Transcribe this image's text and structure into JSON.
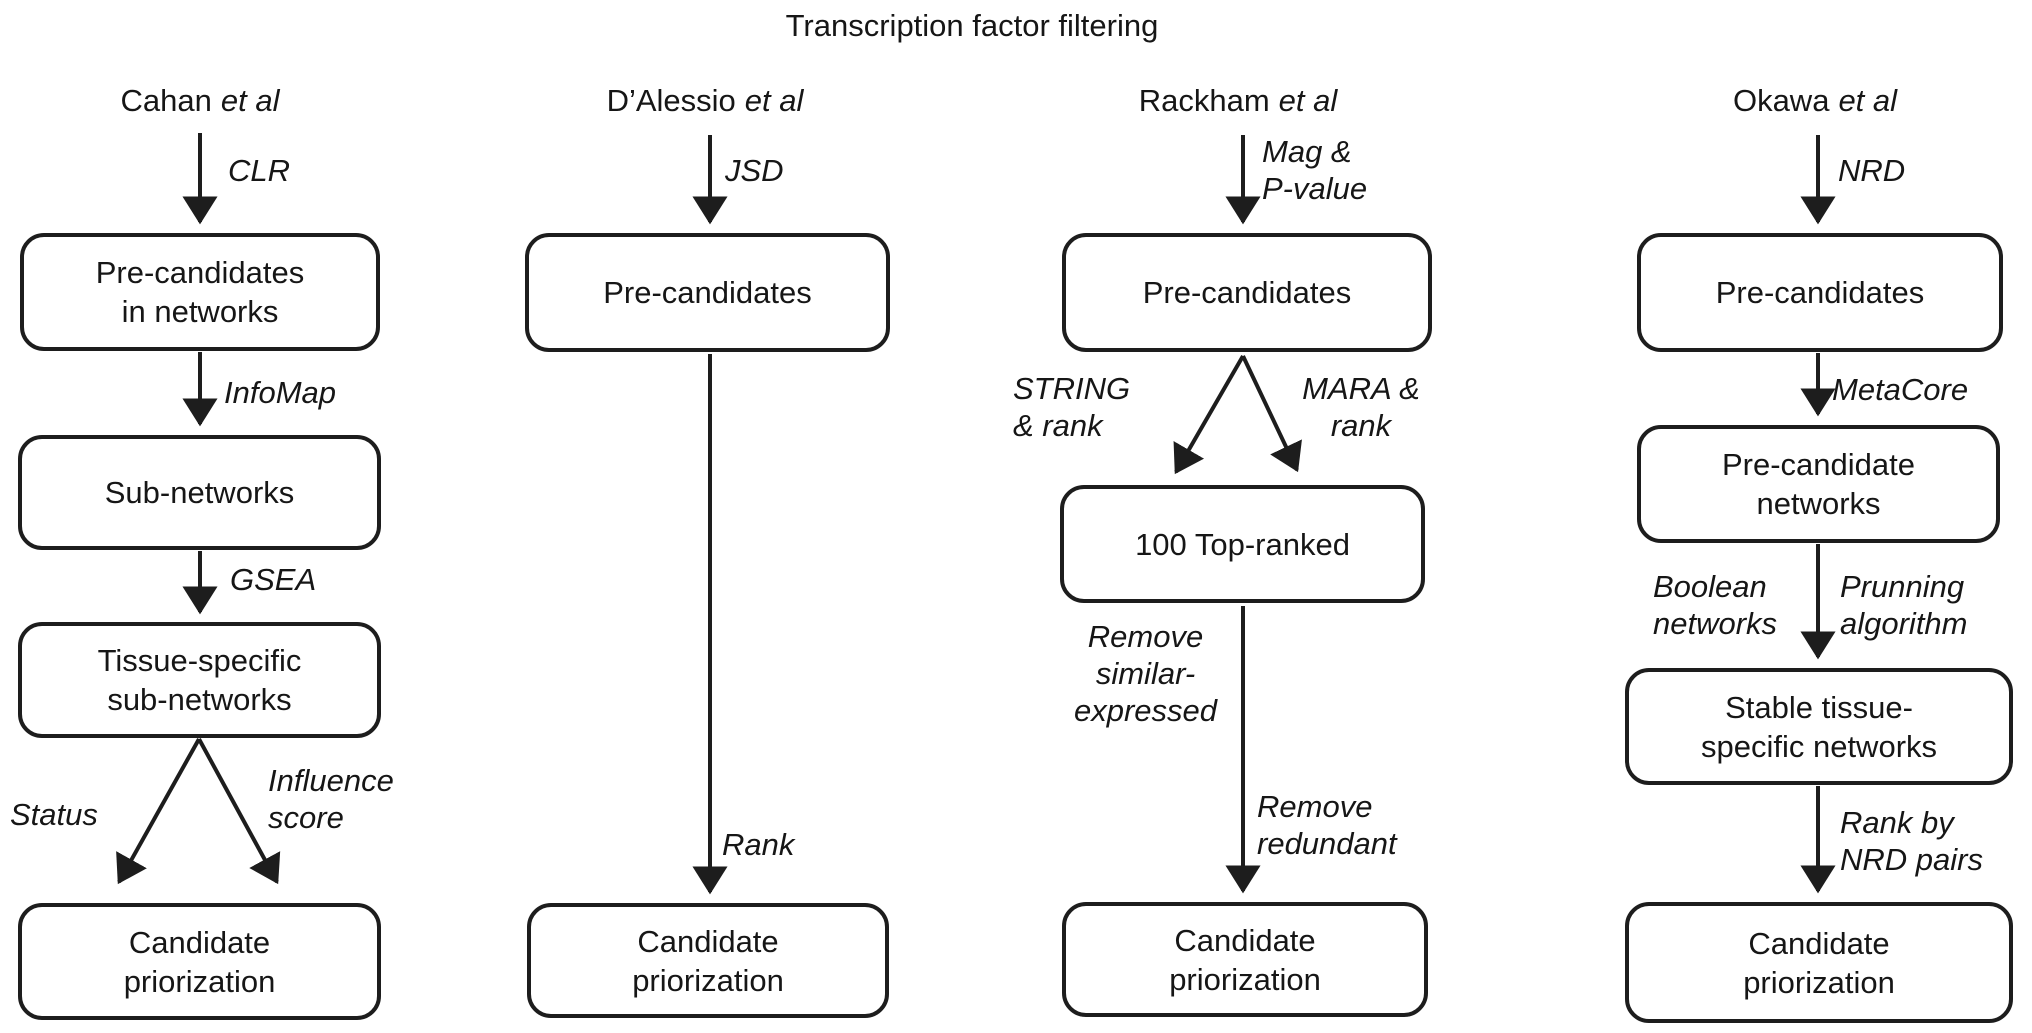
{
  "title": "Transcription factor filtering",
  "columns": [
    {
      "id": "cahan",
      "author": "Cahan",
      "etal": "et al",
      "arrow_labels": {
        "clr": "CLR",
        "infomap": "InfoMap",
        "gsea": "GSEA",
        "status": "Status",
        "influence_line1": "Influence",
        "influence_line2": "score"
      },
      "boxes": {
        "precandidates_line1": "Pre-candidates",
        "precandidates_line2": "in networks",
        "subnetworks": "Sub-networks",
        "tissue_line1": "Tissue-specific",
        "tissue_line2": "sub-networks",
        "candidate_line1": "Candidate",
        "candidate_line2": "priorization"
      }
    },
    {
      "id": "dalessio",
      "author": "D’Alessio",
      "etal": "et al",
      "arrow_labels": {
        "jsd": "JSD",
        "rank": "Rank"
      },
      "boxes": {
        "precandidates": "Pre-candidates",
        "candidate_line1": "Candidate",
        "candidate_line2": "priorization"
      }
    },
    {
      "id": "rackham",
      "author": "Rackham",
      "etal": "et al",
      "arrow_labels": {
        "mag_line1": "Mag &",
        "mag_line2": "P-value",
        "string_line1": "STRING",
        "string_line2": "& rank",
        "mara_line1": "MARA &",
        "mara_line2": "rank",
        "remove_similar_line1": "Remove",
        "remove_similar_line2": "similar-",
        "remove_similar_line3": "expressed",
        "remove_redundant_line1": "Remove",
        "remove_redundant_line2": "redundant"
      },
      "boxes": {
        "precandidates": "Pre-candidates",
        "topranked": "100 Top-ranked",
        "candidate_line1": "Candidate",
        "candidate_line2": "priorization"
      }
    },
    {
      "id": "okawa",
      "author": "Okawa",
      "etal": "et al",
      "arrow_labels": {
        "nrd": "NRD",
        "metacore": "MetaCore",
        "boolean_line1": "Boolean",
        "boolean_line2": "networks",
        "prunning_line1": "Prunning",
        "prunning_line2": "algorithm",
        "rankby_line1": "Rank by",
        "rankby_line2": "NRD pairs"
      },
      "boxes": {
        "precandidates": "Pre-candidates",
        "precandidate_networks_line1": "Pre-candidate",
        "precandidate_networks_line2": "networks",
        "stable_line1": "Stable tissue-",
        "stable_line2": "specific networks",
        "candidate_line1": "Candidate",
        "candidate_line2": "priorization"
      }
    }
  ]
}
